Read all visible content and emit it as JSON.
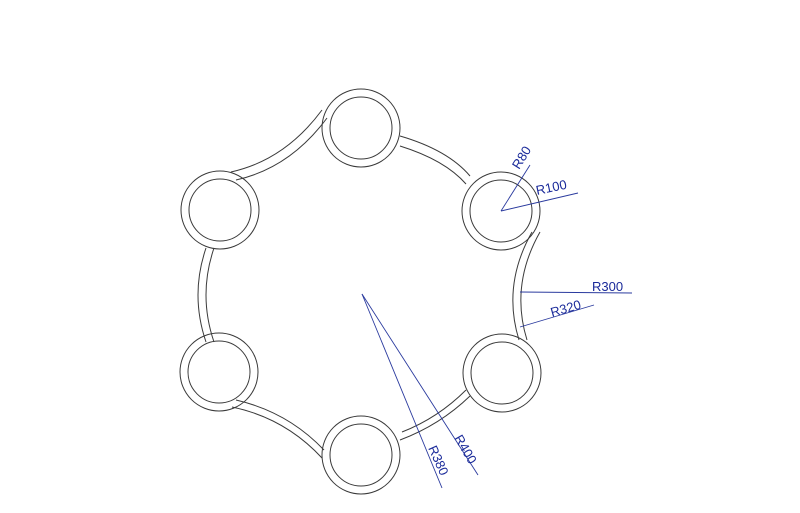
{
  "dimensions": {
    "r80": "R80",
    "r100": "R100",
    "r300": "R300",
    "r320": "R320",
    "r380": "R380",
    "r400": "R400"
  },
  "colors": {
    "geometry": "#3a3a3a",
    "dimension": "#2a3a9e"
  }
}
